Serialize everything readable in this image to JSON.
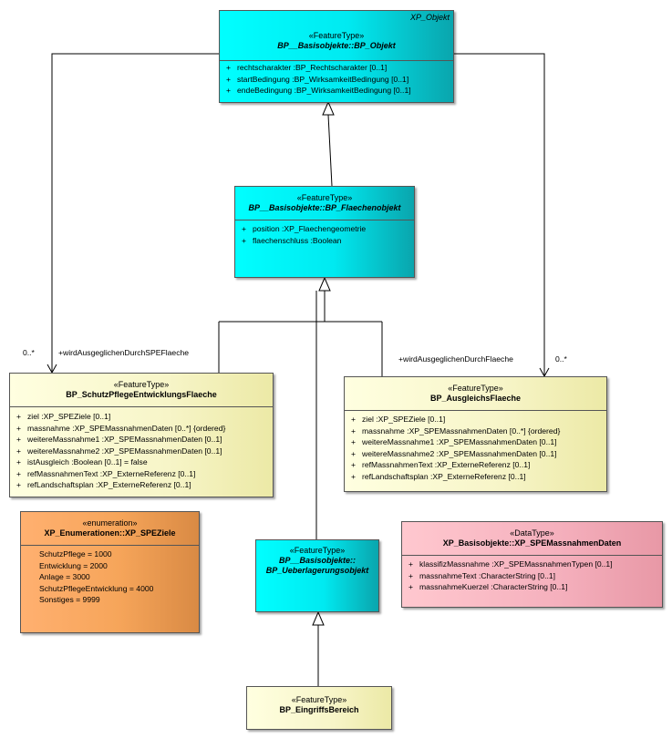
{
  "diagram": {
    "classes": {
      "xp_objekt": {
        "tag": "XP_Objekt",
        "stereotype": "«FeatureType»",
        "name": "BP__Basisobjekte::BP_Objekt",
        "attributes": [
          {
            "vis": "+",
            "text": "rechtscharakter  :BP_Rechtscharakter [0..1]"
          },
          {
            "vis": "+",
            "text": "startBedingung  :BP_WirksamkeitBedingung [0..1]"
          },
          {
            "vis": "+",
            "text": "endeBedingung  :BP_WirksamkeitBedingung [0..1]"
          }
        ]
      },
      "flaechenobjekt": {
        "stereotype": "«FeatureType»",
        "name": "BP__Basisobjekte::BP_Flaechenobjekt",
        "attributes": [
          {
            "vis": "+",
            "text": "position  :XP_Flaechengeometrie"
          },
          {
            "vis": "+",
            "text": "flaechenschluss  :Boolean"
          }
        ]
      },
      "schutzpflege": {
        "stereotype": "«FeatureType»",
        "name": "BP_SchutzPflegeEntwicklungsFlaeche",
        "attributes": [
          {
            "vis": "+",
            "text": "ziel  :XP_SPEZiele [0..1]"
          },
          {
            "vis": "+",
            "text": "massnahme  :XP_SPEMassnahmenDaten [0..*] {ordered}"
          },
          {
            "vis": "+",
            "text": "weitereMassnahme1  :XP_SPEMassnahmenDaten [0..1]"
          },
          {
            "vis": "+",
            "text": "weitereMassnahme2  :XP_SPEMassnahmenDaten [0..1]"
          },
          {
            "vis": "+",
            "text": "istAusgleich  :Boolean [0..1] = false"
          },
          {
            "vis": "+",
            "text": "refMassnahmenText  :XP_ExterneReferenz [0..1]"
          },
          {
            "vis": "+",
            "text": "refLandschaftsplan  :XP_ExterneReferenz [0..1]"
          }
        ]
      },
      "ausgleich": {
        "stereotype": "«FeatureType»",
        "name": "BP_AusgleichsFlaeche",
        "attributes": [
          {
            "vis": "+",
            "text": "ziel  :XP_SPEZiele [0..1]"
          },
          {
            "vis": "+",
            "text": "massnahme  :XP_SPEMassnahmenDaten [0..*] {ordered}"
          },
          {
            "vis": "+",
            "text": "weitereMassnahme1  :XP_SPEMassnahmenDaten [0..1]"
          },
          {
            "vis": "+",
            "text": "weitereMassnahme2  :XP_SPEMassnahmenDaten [0..1]"
          },
          {
            "vis": "+",
            "text": "refMassnahmenText  :XP_ExterneReferenz [0..1]"
          },
          {
            "vis": "+",
            "text": "refLandschaftsplan  :XP_ExterneReferenz [0..1]"
          }
        ]
      },
      "spe_ziele": {
        "stereotype": "«enumeration»",
        "name": "XP_Enumerationen::XP_SPEZiele",
        "literals": [
          "SchutzPflege = 1000",
          "Entwicklung = 2000",
          "Anlage = 3000",
          "SchutzPflegeEntwicklung = 4000",
          "Sonstiges = 9999"
        ]
      },
      "ueberlagerung": {
        "stereotype": "«FeatureType»",
        "name_line1": "BP__Basisobjekte::",
        "name_line2": "BP_Ueberlagerungsobjekt"
      },
      "massnahmen_daten": {
        "stereotype": "«DataType»",
        "name": "XP_Basisobjekte::XP_SPEMassnahmenDaten",
        "attributes": [
          {
            "vis": "+",
            "text": "klassifizMassnahme  :XP_SPEMassnahmenTypen [0..1]"
          },
          {
            "vis": "+",
            "text": "massnahmeText  :CharacterString [0..1]"
          },
          {
            "vis": "+",
            "text": "massnahmeKuerzel  :CharacterString [0..1]"
          }
        ]
      },
      "eingriff": {
        "stereotype": "«FeatureType»",
        "name": "BP_EingriffsBereich"
      }
    },
    "associations": {
      "left_role": "+wirdAusgeglichenDurchSPEFlaeche",
      "left_mult": "0..*",
      "right_role": "+wirdAusgeglichenDurchFlaeche",
      "right_mult": "0..*"
    },
    "colors": {
      "feature_type": "#00ffff",
      "feature_type_concrete": "#ffffe0",
      "enumeration": "#f6a55a",
      "data_type": "#f5b0bd",
      "line": "#000000"
    }
  }
}
